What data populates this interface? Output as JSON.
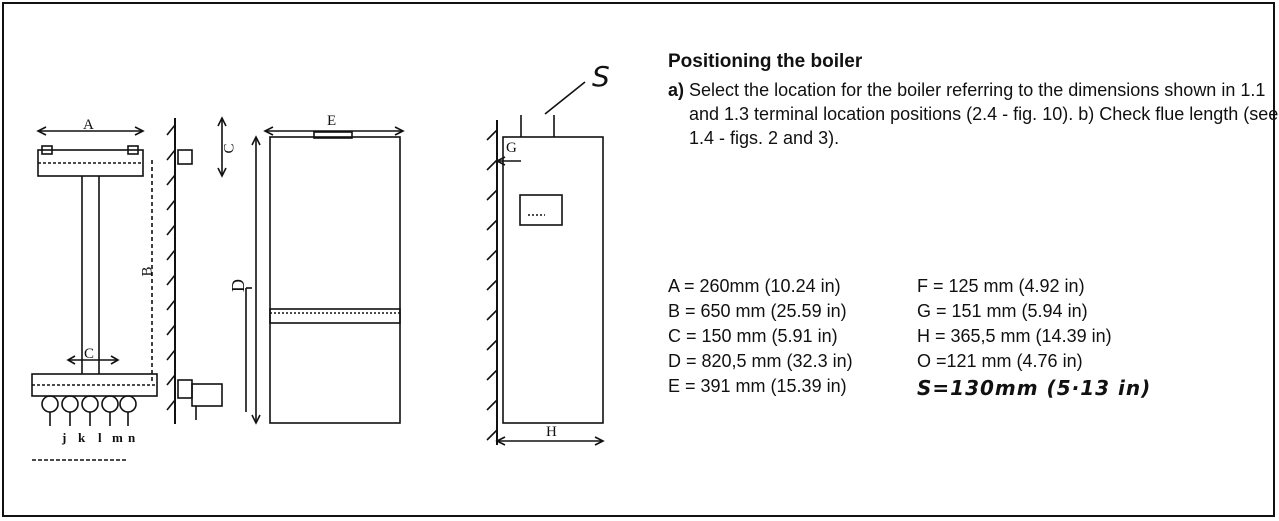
{
  "heading": "Positioning the boiler",
  "instructions": {
    "marker": "a)",
    "text": "Select the location for the boiler referring to the dimensions shown in 1.1 and 1.3 terminal location positions (2.4 - fig. 10). b) Check flue length (see 1.4 - figs. 2 and 3)."
  },
  "dimensions_left": [
    "A = 260mm (10.24 in)",
    "B = 650 mm (25.59 in)",
    "C = 150 mm (5.91 in)",
    "D = 820,5 mm (32.3 in)",
    "E = 391 mm (15.39 in)"
  ],
  "dimensions_right": [
    "F = 125 mm (4.92 in)",
    "G = 151 mm (5.94 in)",
    "H = 365,5 mm (14.39 in)",
    "O =121 mm (4.76 in)"
  ],
  "handwritten_note": "S=130mm (5·13 in)",
  "drawing_labels": {
    "a": "A",
    "b": "B",
    "c_top": "C",
    "c_mid": "C",
    "d": "D",
    "e": "E",
    "g": "G",
    "h": "H",
    "s": "S",
    "conn": [
      "j",
      "k",
      "l",
      "m",
      "n"
    ]
  }
}
